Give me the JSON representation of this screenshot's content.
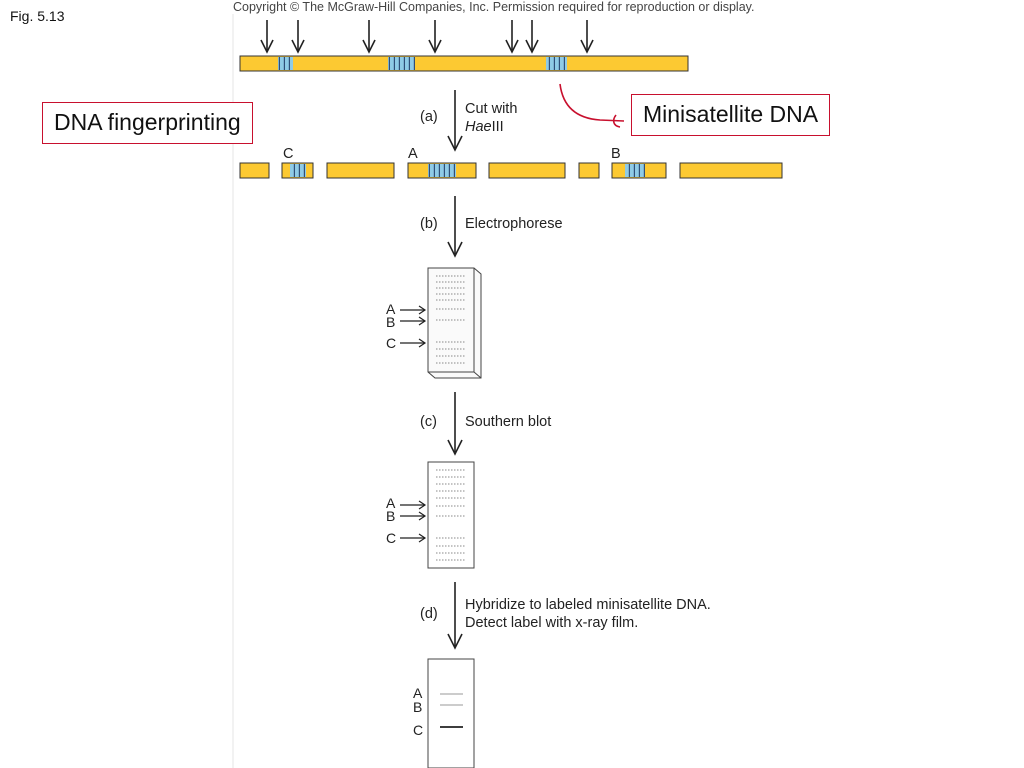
{
  "figure": {
    "fig_label": "Fig. 5.13",
    "copyright": "Copyright © The McGraw-Hill Companies, Inc. Permission required for reproduction or display."
  },
  "callouts": {
    "dna_fingerprinting": "DNA fingerprinting",
    "minisatellite_dna": "Minisatellite DNA"
  },
  "steps": {
    "a": {
      "tag": "(a)",
      "line1": "Cut with",
      "line2_italic": "Hae",
      "line2_rest": "III"
    },
    "b": {
      "tag": "(b)",
      "text": "Electrophorese"
    },
    "c": {
      "tag": "(c)",
      "text": "Southern blot"
    },
    "d": {
      "tag": "(d)",
      "line1": "Hybridize to labeled minisatellite DNA.",
      "line2": "Detect label with x-ray film."
    }
  },
  "fragment_labels": {
    "a": "A",
    "b": "B",
    "c": "C"
  },
  "lane_labels": {
    "a": "A",
    "b": "B",
    "c": "C"
  },
  "colors": {
    "dna_yellow": "#fcc932",
    "minisatellite_blue": "#8fcbe6",
    "callout_border": "#c8102e",
    "annotation_red": "#c8102e"
  }
}
